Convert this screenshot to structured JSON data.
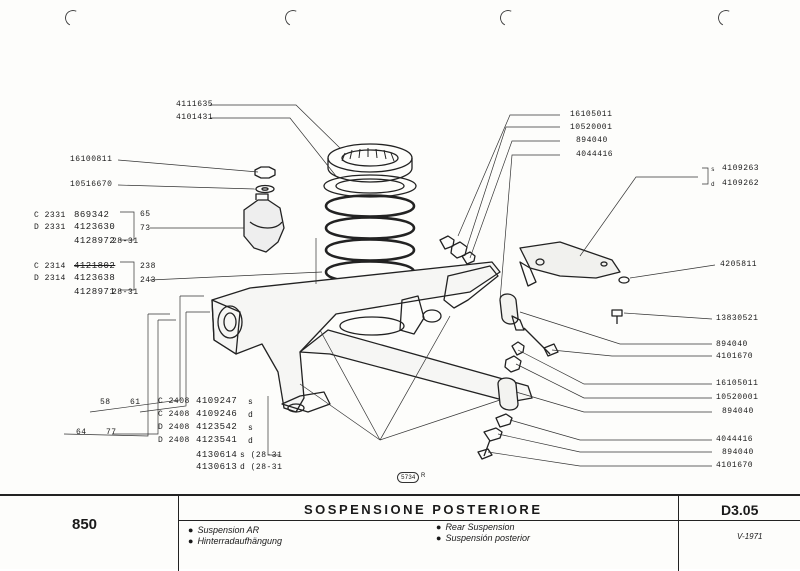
{
  "left_parts": {
    "top": [
      "4111635",
      "4101431"
    ],
    "nut": "16100811",
    "washer": "10516670",
    "bump_stop": [
      {
        "prefix": "C 2331",
        "code": "869342",
        "suffix": ""
      },
      {
        "prefix": "D 2331",
        "code": "4123630",
        "suffix": ""
      },
      {
        "prefix": "",
        "code": "4128972",
        "suffix": "28-31"
      }
    ],
    "bump_dims": [
      "65",
      "73"
    ],
    "spring": [
      {
        "prefix": "C 2314",
        "code": "4121802",
        "suffix": ""
      },
      {
        "prefix": "D 2314",
        "code": "4123638",
        "suffix": ""
      },
      {
        "prefix": "",
        "code": "4128971",
        "suffix": "28-31"
      }
    ],
    "spring_dims": [
      "238",
      "243"
    ],
    "dims": [
      "58",
      "61",
      "64",
      "77"
    ]
  },
  "arm_parts": [
    {
      "prefix": "C 2408",
      "code": "4109247",
      "suffix": "s"
    },
    {
      "prefix": "C 2408",
      "code": "4109246",
      "suffix": "d"
    },
    {
      "prefix": "D 2408",
      "code": "4123542",
      "suffix": "s"
    },
    {
      "prefix": "D 2408",
      "code": "4123541",
      "suffix": "d"
    },
    {
      "prefix": "",
      "code": "4130614",
      "suffix": "s (28-31"
    },
    {
      "prefix": "",
      "code": "4130613",
      "suffix": "d (28-31"
    }
  ],
  "right_parts": {
    "upper": [
      "16105011",
      "10520001",
      "894040",
      "4044416"
    ],
    "bracket": [
      {
        "side": "s",
        "code": "4109263"
      },
      {
        "side": "d",
        "code": "4109262"
      }
    ],
    "washer": "4205811",
    "bolt": "13830521",
    "mid": [
      "894040",
      "4101670"
    ],
    "lower": [
      "16105011",
      "10520001",
      "894040",
      "4044416",
      "894040",
      "4101670"
    ]
  },
  "badge": "5734",
  "badge_mark": "R",
  "footer": {
    "model": "850",
    "title": "SOSPENSIONE POSTERIORE",
    "langs_left": [
      "Suspension AR",
      "Hinterradaufhängung"
    ],
    "langs_right": [
      "Rear Suspension",
      "Suspensión posterior"
    ],
    "bullet": "●",
    "code": "D3.05",
    "date": "V-1971"
  }
}
